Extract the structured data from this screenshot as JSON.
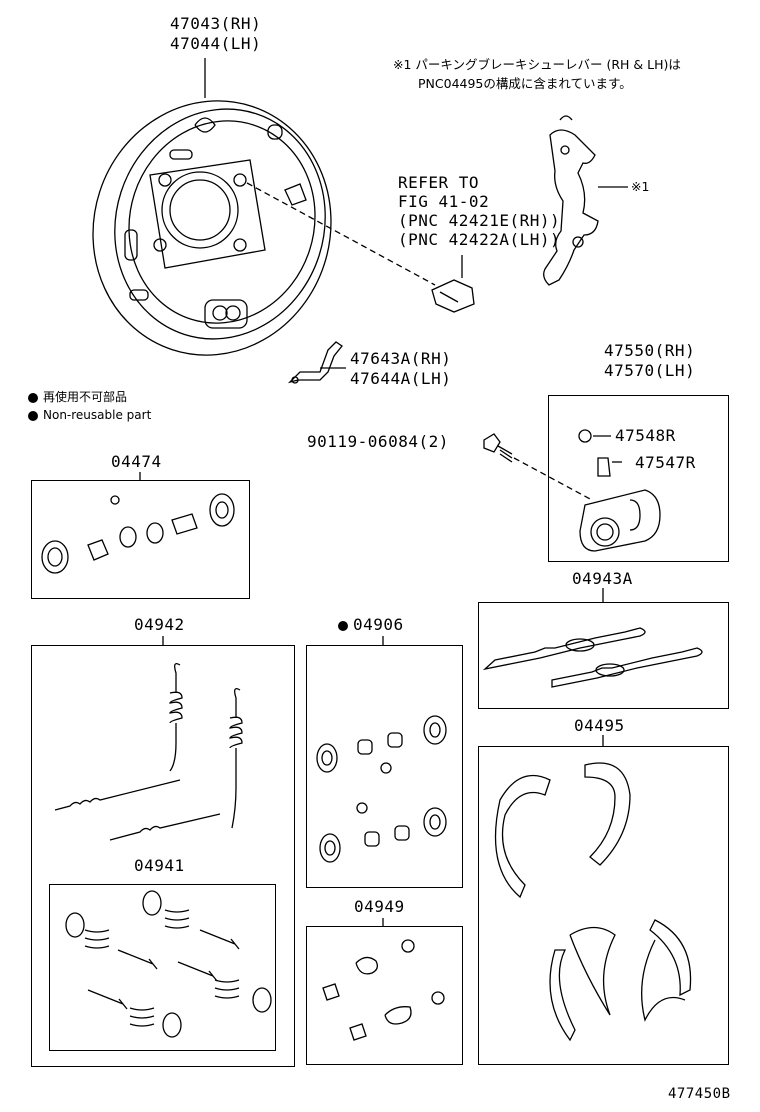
{
  "parts": {
    "backing_plate": {
      "line1": "47043(RH)",
      "line2": "47044(LH)"
    },
    "refer": {
      "line1": "REFER TO",
      "line2": "FIG 41-02",
      "line3": "(PNC 42421E(RH))",
      "line4": "(PNC 42422A(LH))"
    },
    "lever_note": {
      "line1": "※1 パーキングブレーキシューレバー (RH & LH)は",
      "line2": "PNC04495の構成に含まれています。"
    },
    "lever_mark": "※1",
    "strut": {
      "line1": "47643A(RH)",
      "line2": "47644A(LH)"
    },
    "legend": {
      "ja": "再使用不可部品",
      "en": "Non-reusable part"
    },
    "bolt": "90119-06084(2)",
    "wheel_cyl": {
      "line1": "47550(RH)",
      "line2": "47570(LH)"
    },
    "bleeder_cap": "47548R",
    "bleeder_plug": "47547R",
    "kit_04474": "04474",
    "kit_04942": "04942",
    "kit_04906": "04906",
    "kit_04943A": "04943A",
    "kit_04495": "04495",
    "kit_04941": "04941",
    "kit_04949": "04949",
    "figure_id": "477450B"
  }
}
